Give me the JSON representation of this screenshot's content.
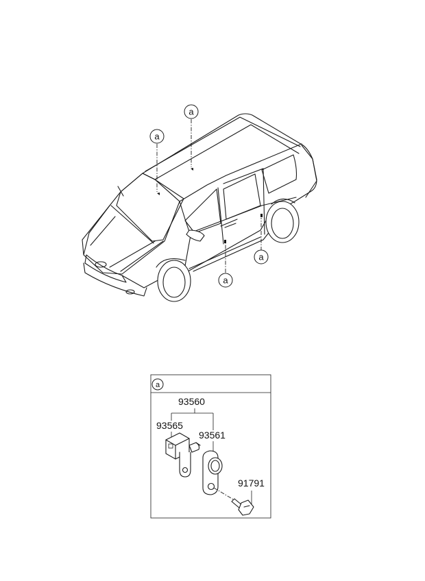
{
  "callouts": [
    {
      "id": "roof",
      "label": "a"
    },
    {
      "id": "windshield",
      "label": "a"
    },
    {
      "id": "front-door",
      "label": "a"
    },
    {
      "id": "rear-door",
      "label": "a"
    }
  ],
  "detail_box": {
    "header_label": "a",
    "parts": {
      "assembly": "93560",
      "switch": "93565",
      "cover": "93561",
      "screw": "91791"
    }
  }
}
